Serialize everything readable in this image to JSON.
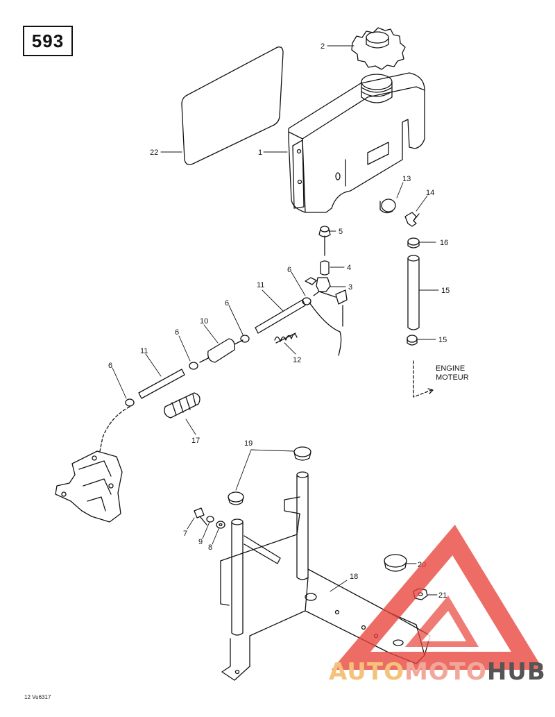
{
  "page_number": "593",
  "drawing_code": "12 Vu6317",
  "callouts": {
    "c1": "1",
    "c2": "2",
    "c3": "3",
    "c4": "4",
    "c5": "5",
    "c6a": "6",
    "c6b": "6",
    "c6c": "6",
    "c6d": "6",
    "c7": "7",
    "c8": "8",
    "c9": "9",
    "c10": "10",
    "c11a": "11",
    "c11b": "11",
    "c12": "12",
    "c13": "13",
    "c14": "14",
    "c15a": "15",
    "c15b": "15",
    "c16": "16",
    "c17": "17",
    "c18": "18",
    "c19": "19",
    "c20": "20",
    "c21": "21",
    "c22": "22"
  },
  "engine_label": {
    "line1": "ENGINE",
    "line2": "MOTEUR"
  },
  "watermark": {
    "part1": "AUTO",
    "part2": "MOTO",
    "part3": "HUB"
  },
  "colors": {
    "watermark_red": "#e8443a",
    "watermark_yellow": "#f4c27a",
    "watermark_gray": "#555555"
  }
}
